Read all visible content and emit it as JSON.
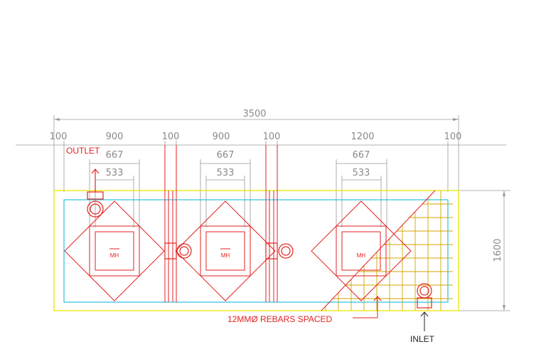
{
  "drawing": {
    "overall_width_label": "3500",
    "height_label": "1600",
    "top_dims": [
      "100",
      "900",
      "100",
      "900",
      "100",
      "1200",
      "100"
    ],
    "chamber_dims": [
      {
        "outer": "667",
        "inner": "533"
      },
      {
        "outer": "667",
        "inner": "533"
      },
      {
        "outer": "667",
        "inner": "533"
      }
    ],
    "manhole_labels": [
      "MH",
      "MH",
      "MH"
    ],
    "outlet_label": "OUTLET",
    "inlet_label": "INLET",
    "rebar_label": "12MMØ REBARS SPACED",
    "colors": {
      "red": "#e32222",
      "yellow": "#e8e800",
      "cyan": "#19b8d8",
      "dim_grey": "#9a9a9a",
      "rebar": "#d4a300"
    }
  }
}
